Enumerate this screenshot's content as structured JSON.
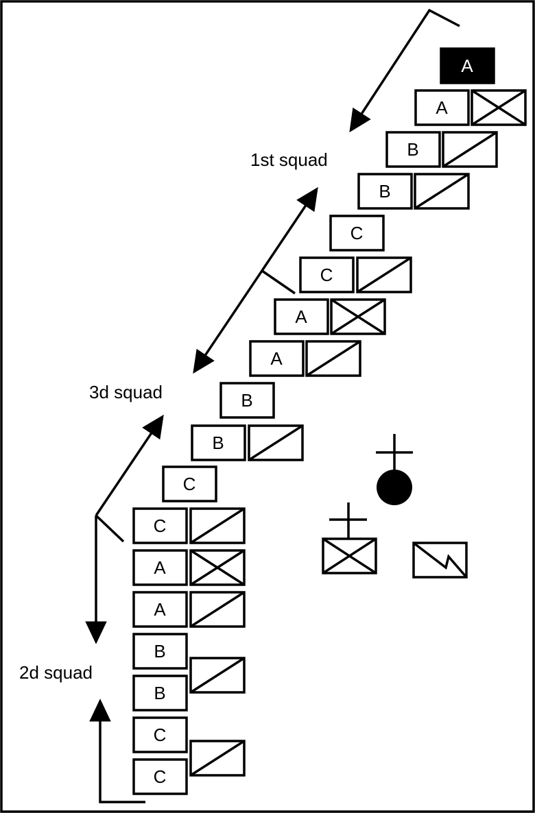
{
  "squad_labels": {
    "first": "1st squad",
    "third": "3d squad",
    "second": "2d squad"
  },
  "team_letters": {
    "leader": "A",
    "row1": "A",
    "row2": "B",
    "row3": "B",
    "row4": "C",
    "row5": "C",
    "row6": "A",
    "row7": "A",
    "row8": "B",
    "row9": "B",
    "row10": "C",
    "row11": "C",
    "row12": "A",
    "row13": "A",
    "row14": "B",
    "row15": "B",
    "row16": "C",
    "row17": "C"
  },
  "colors": {
    "ink": "#000000",
    "background": "#ffffff",
    "leader_fill": "#000000"
  }
}
